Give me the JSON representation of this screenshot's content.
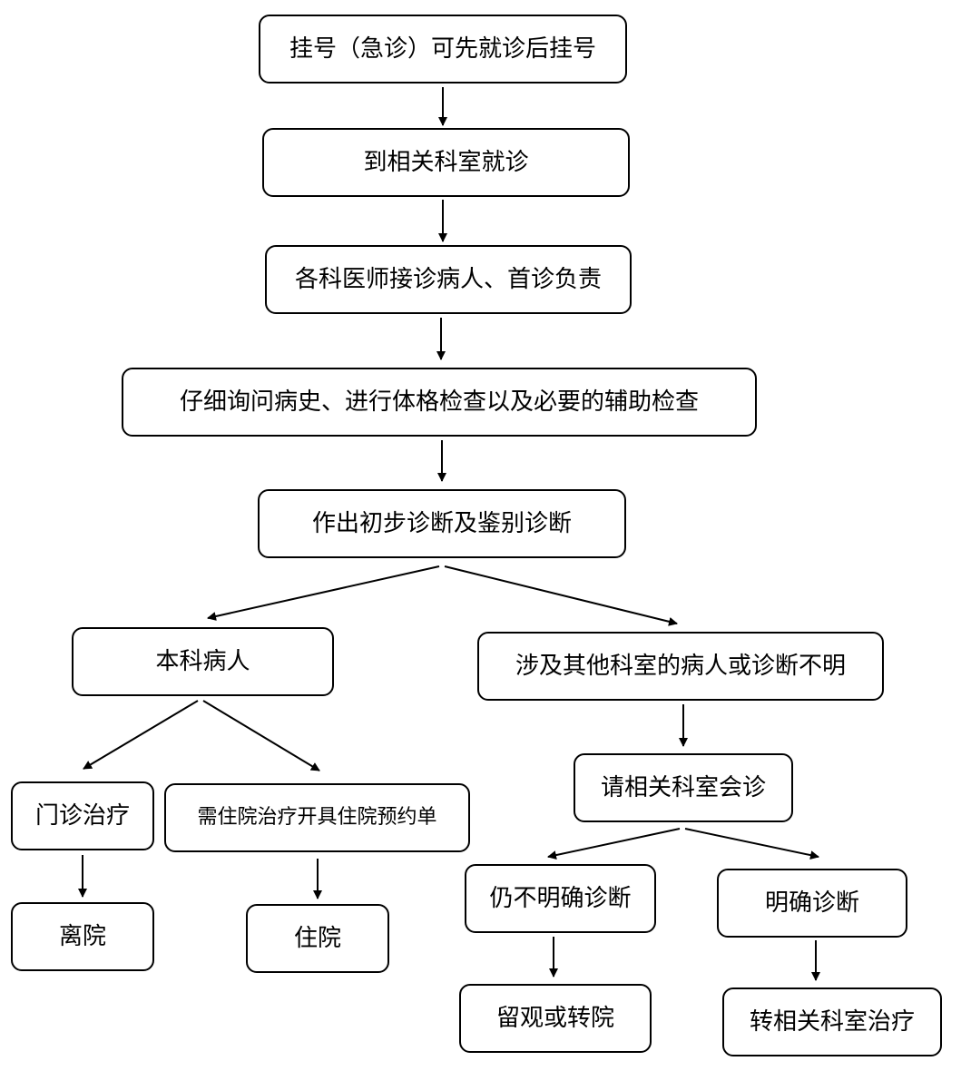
{
  "nodes": {
    "registration": "挂号（急诊）可先就诊后挂号",
    "visit_department": "到相关科室就诊",
    "doctor_receives": "各科医师接诊病人、首诊负责",
    "examination": "仔细询问病史、进行体格检查以及必要的辅助检查",
    "preliminary_diagnosis": "作出初步诊断及鉴别诊断",
    "own_department_patient": "本科病人",
    "other_department_or_unclear": "涉及其他科室的病人或诊断不明",
    "outpatient_treatment": "门诊治疗",
    "hospitalization_needed": "需住院治疗开具住院预约单",
    "consultation": "请相关科室会诊",
    "still_unclear": "仍不明确诊断",
    "clear_diagnosis": "明确诊断",
    "leave_hospital": "离院",
    "admitted": "住院",
    "observe_or_transfer": "留观或转院",
    "transfer_department": "转相关科室治疗"
  }
}
